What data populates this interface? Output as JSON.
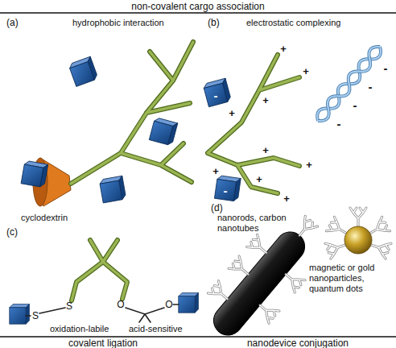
{
  "diagram": {
    "labels": [
      "non-covalent cargo association",
      "(a)",
      "hydrophobic interaction",
      "(b)",
      "electrostatic complexing",
      "cyclodextrin",
      "+",
      "+",
      "+",
      "+",
      "+",
      "+",
      "+",
      "+",
      "+",
      "-",
      "-",
      "-",
      "-",
      "-",
      "-",
      "(c)",
      "(d)",
      "nanorods, carbon nanotubes",
      "magnetic or gold nanoparticles, quantum dots",
      "S",
      "S",
      "O",
      "O",
      "oxidation-labile",
      "acid-sensitive",
      "covalent ligation",
      "nanodevice conjugation"
    ]
  }
}
